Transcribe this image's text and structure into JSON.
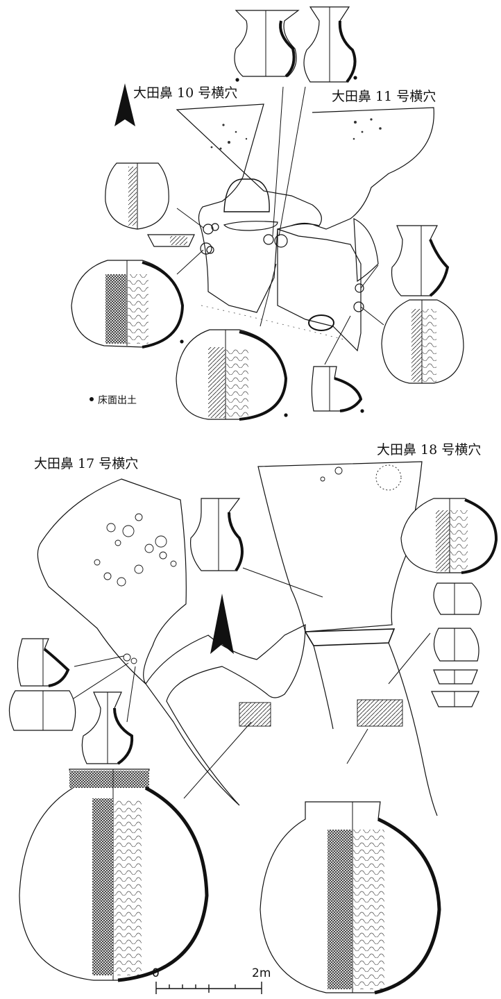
{
  "labels": {
    "tomb10": "大田鼻 10 号横穴",
    "tomb11": "大田鼻 11 号横穴",
    "tomb17": "大田鼻 17 号横穴",
    "tomb18": "大田鼻 18 号横穴"
  },
  "legend": {
    "floor_find": "床面出土"
  },
  "scale": {
    "start": "0",
    "end": "2m"
  }
}
